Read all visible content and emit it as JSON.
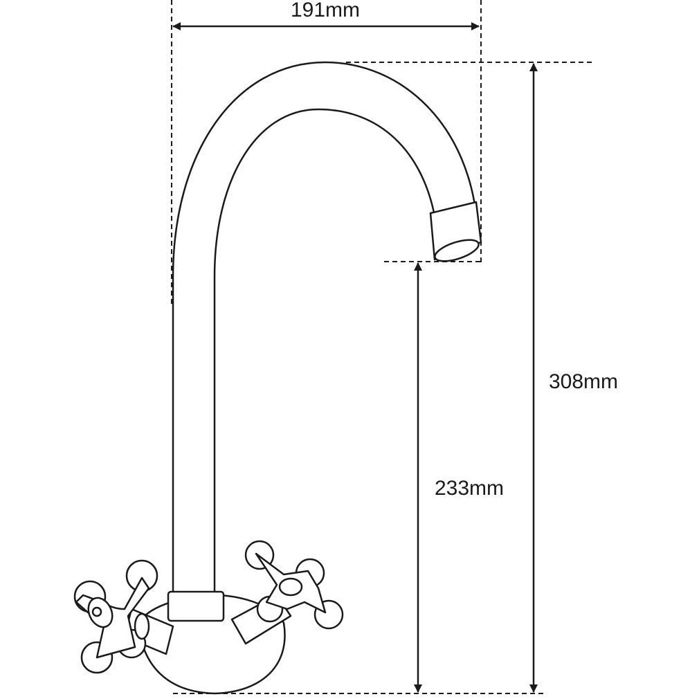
{
  "title": "Faucet dimension drawing",
  "dimensions": {
    "spout_reach": "191mm",
    "total_height": "308mm",
    "spout_clearance": "233mm"
  },
  "colors": {
    "line": "#1a1a1a",
    "background": "#ffffff"
  }
}
